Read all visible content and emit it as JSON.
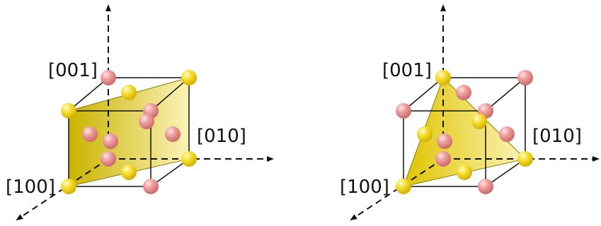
{
  "colors": {
    "plane_dark": "#c9b300",
    "plane_light": "#fbf3b8",
    "atom_yellow": "#f3d21a",
    "atom_pink": "#e88e8e",
    "line": "#111111",
    "background": "#ffffff"
  },
  "panels": [
    {
      "axes": {
        "z_label": "[001]",
        "y_label": "[010]",
        "x_label": "[100]"
      },
      "plane": "(110)"
    },
    {
      "axes": {
        "z_label": "[001]",
        "y_label": "[010]",
        "x_label": "[100]"
      },
      "plane": "(111)"
    }
  ]
}
